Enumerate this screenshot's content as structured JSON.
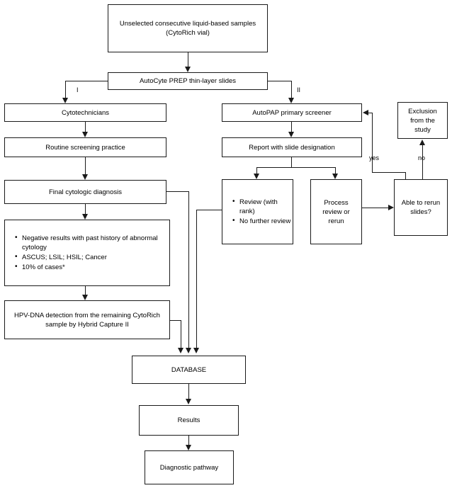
{
  "diagram": {
    "title": "Study flowchart: AutoCyte PREP / AutoPAP screening pathway",
    "nodes": {
      "samples": "Unselected consecutive liquid-based samples (CytoRich vial)",
      "prep_slides": "AutoCyte PREP thin-layer slides",
      "cytotechnicians": "Cytotechnicians",
      "routine_screening": "Routine screening practice",
      "final_diagnosis": "Final cytologic diagnosis",
      "criteria_bullets": [
        "Negative results with past history of abnormal cytology",
        "ASCUS; LSIL; HSIL; Cancer",
        "10% of cases*"
      ],
      "hpv_detection": "HPV-DNA detection from the remaining CytoRich sample by Hybrid Capture II",
      "autopap": "AutoPAP primary screener",
      "report": "Report with slide designation",
      "review_bullets": [
        "Review (with rank)",
        "No further review"
      ],
      "review_bullet_lines": [
        [
          "Review",
          "(with rank)"
        ],
        [
          "No further",
          "review"
        ]
      ],
      "process_review": "Process review or rerun",
      "able_rerun": "Able to rerun slides?",
      "exclusion": "Exclusion from the study",
      "database": "DATABASE",
      "results": "Results",
      "diagnostic_pathway": "Diagnostic pathway"
    },
    "branch_labels": {
      "arm_one": "I",
      "arm_two": "II"
    },
    "edge_labels": {
      "yes": "yes",
      "no": "no"
    },
    "colors": {
      "stroke": "#1a1a1a",
      "background": "#ffffff",
      "text": "#000000"
    }
  }
}
